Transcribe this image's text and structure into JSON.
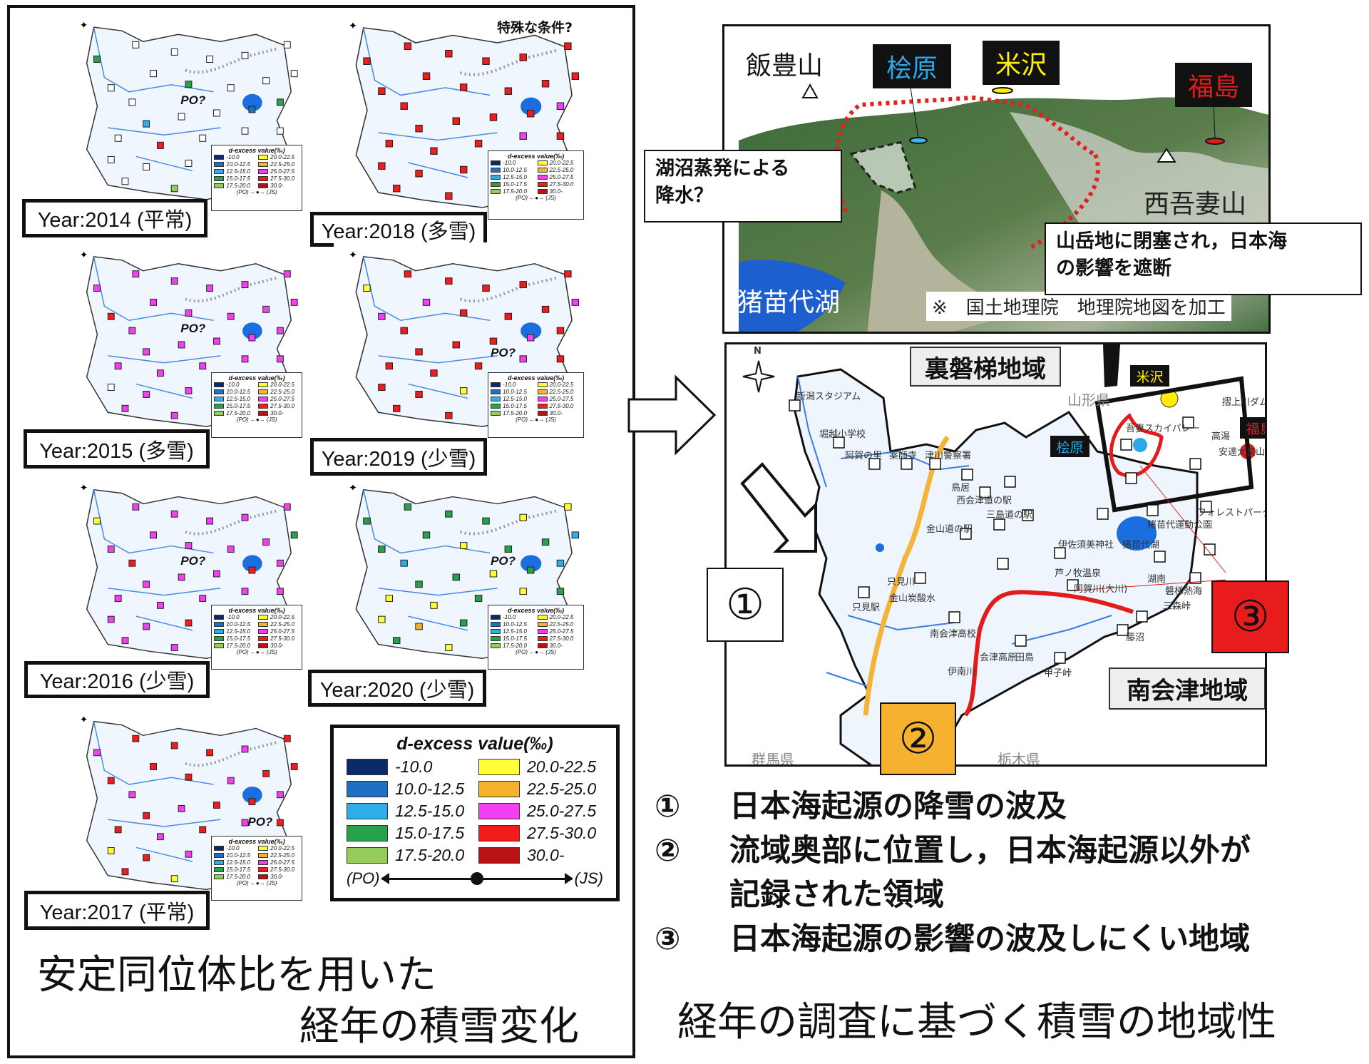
{
  "left_panel": {
    "caption_line1": "安定同位体比を用いた",
    "caption_line2": "経年の積雪変化",
    "maps": [
      {
        "year_label": "Year:2014 (平常)",
        "po_label": "PO?",
        "colors": "wwwwwgwwgbwwcwwwrwwwwwwwlgwwwwwg"
      },
      {
        "year_label": "Year:2018 (多雪)",
        "po_label": "",
        "special_label": "特殊な条件?",
        "colors": "rrrrrrrrmrrrrrrrrrmrrrrrrmrrrrrr"
      },
      {
        "year_label": "Year:2015 (多雪)",
        "po_label": "PO?",
        "colors": "mmmmmmmmmmmmmmrmmmmmlgmmmmmgmmmm"
      },
      {
        "year_label": "Year:2019 (少雪)",
        "po_label": "PO?",
        "colors": "rrrrmrrrrmrrrrmrrrmrryrrrrrgmryr"
      },
      {
        "year_label": "Year:2016 (少雪)",
        "po_label": "PO?",
        "colors": "mmmmmmmmmrmmmrmmmmmmmrmmmmmmgmym"
      },
      {
        "year_label": "Year:2020 (少雪)",
        "po_label": "PO?",
        "colors": "gggygyggcgyggcgyygygygogyggccygy"
      },
      {
        "year_label": "Year:2017 (平常)",
        "po_label": "PO?",
        "colors": "rrrmrrmrmrrmrmrrmrmrrmrryrrmrrmy"
      }
    ]
  },
  "legend": {
    "title": "d-excess  value(‰)",
    "items": [
      {
        "label": "-10.0",
        "color": "#0b2a6b"
      },
      {
        "label": "10.0-12.5",
        "color": "#1f6fc4"
      },
      {
        "label": "12.5-15.0",
        "color": "#2eaee8"
      },
      {
        "label": "15.0-17.5",
        "color": "#27a24a"
      },
      {
        "label": "17.5-20.0",
        "color": "#94cc5a"
      },
      {
        "label": "20.0-22.5",
        "color": "#ffff33"
      },
      {
        "label": "22.5-25.0",
        "color": "#f6b22e"
      },
      {
        "label": "25.0-27.5",
        "color": "#f23ff2"
      },
      {
        "label": "27.5-30.0",
        "color": "#f21c1c"
      },
      {
        "label": "30.0-",
        "color": "#b81212"
      }
    ],
    "axis_left": "(PO)",
    "axis_right": "(JS)"
  },
  "photo": {
    "iide": "飯豊山",
    "hibara": "桧原",
    "yonezawa": "米沢",
    "fukushima": "福島",
    "evap_note": "湖沼蒸発による\n降水？",
    "nishiazuma": "西吾妻山",
    "mountain_note": "山岳地に閉塞され，日本海\nの影響を遮断",
    "lake": "猪苗代湖",
    "credit": "※　国土地理院　地理院地図を加工"
  },
  "map": {
    "urabandai": "裏磐梯地域",
    "minamiaizu": "南会津地域",
    "yonezawa": "米沢",
    "fukushima": "福島",
    "hibara": "桧原",
    "marker1": "①",
    "marker2": "②",
    "marker3": "③",
    "place_labels": [
      "新潟スタジアム",
      "堀越小学校",
      "阿賀の里",
      "薬師寺",
      "津川警察署",
      "鳥居",
      "西会津道の駅",
      "三島道の駅",
      "金山道の駅",
      "只見川",
      "金山炭酸水",
      "只見駅",
      "南会津高校",
      "伊南川",
      "会津高原",
      "田島",
      "甲子峠",
      "藤沼",
      "阿賀川(大川)",
      "芦ノ牧温泉",
      "伊佐須美神社",
      "猪苗代湖",
      "磐梯熱海",
      "湖南",
      "三森峠",
      "吾妻スカイバレー",
      "高湯",
      "安達太良山",
      "フォレストパーク",
      "猪苗代運動公園",
      "摺上川ダム",
      "群馬県",
      "栃木県",
      "山形県"
    ]
  },
  "notes": [
    {
      "num": "①",
      "text": "日本海起源の降雪の波及"
    },
    {
      "num": "②",
      "text": "流域奥部に位置し，日本海起源以外が"
    },
    {
      "num": "",
      "text": "記録された領域"
    },
    {
      "num": "③",
      "text": "日本海起源の影響の波及しにくい地域"
    }
  ],
  "right_caption": "経年の調査に基づく積雪の地域性"
}
